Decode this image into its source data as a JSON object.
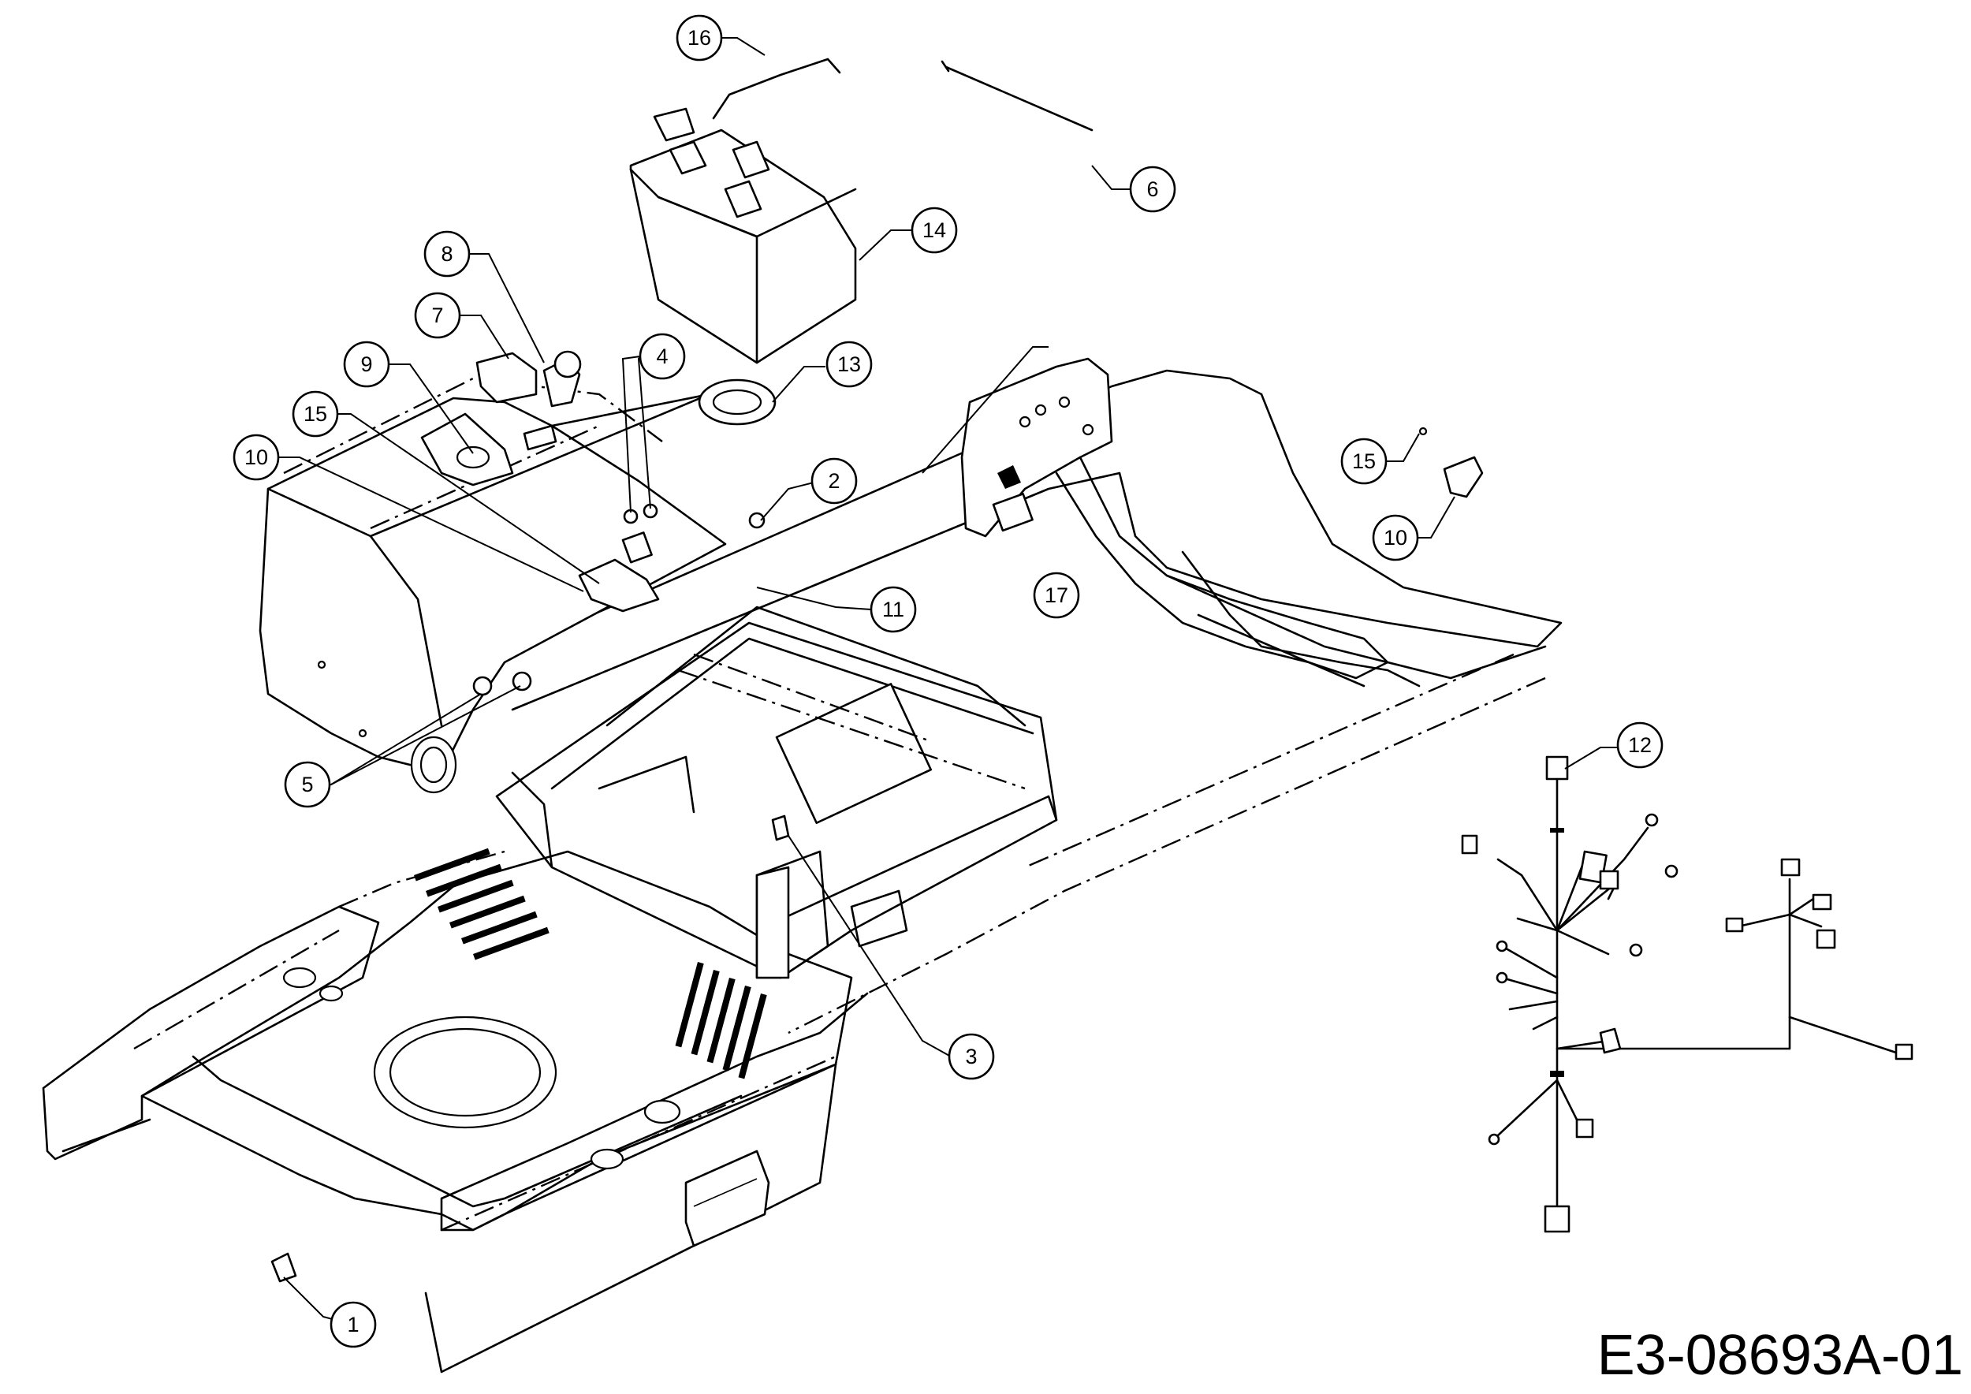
{
  "drawing_number": "E3-08693A-01",
  "callouts": [
    "1",
    "2",
    "3",
    "4",
    "5",
    "6",
    "7",
    "8",
    "9",
    "10",
    "11",
    "12",
    "13",
    "14",
    "15",
    "16",
    "17"
  ]
}
